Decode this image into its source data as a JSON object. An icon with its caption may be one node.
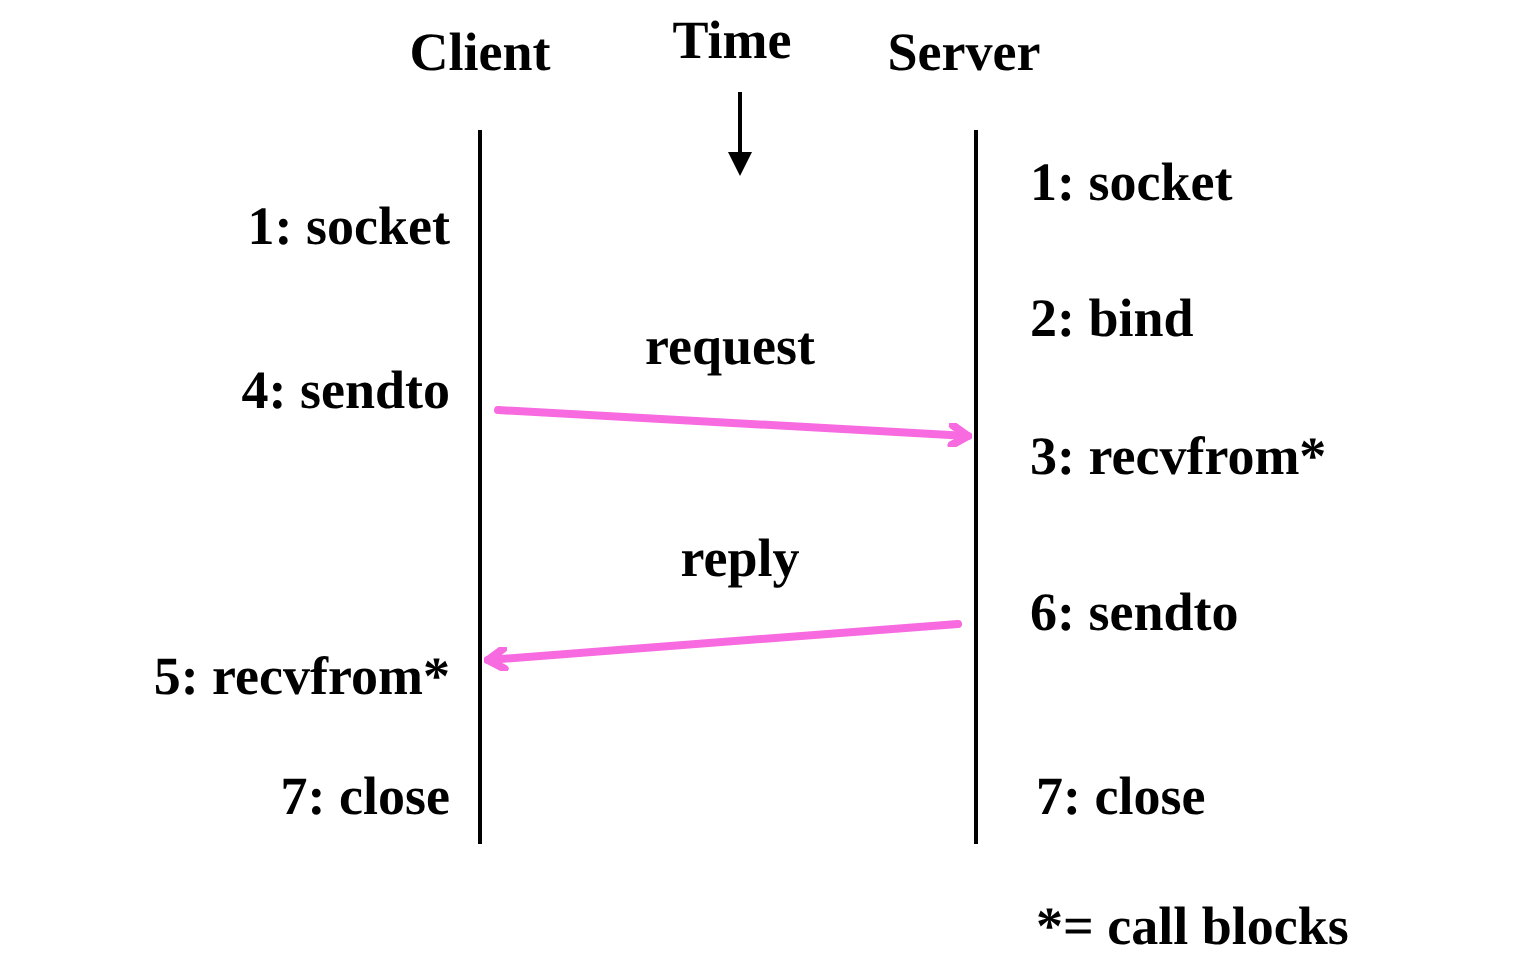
{
  "diagram": {
    "nodes": [
      {
        "text": [],
        "shape": "bar"
      },
      {
        "text": [],
        "shape": "bar"
      }
    ],
    "edges": [
      {
        "from": 0,
        "to": 1,
        "arrow": "to",
        "label": "request",
        "color": "#f76ae0"
      },
      {
        "from": 1,
        "to": 0,
        "arrow": "to",
        "label": "reply",
        "color": "#f76ae0"
      }
    ],
    "labels": [
      "Client",
      "Time",
      "Server",
      "1: socket",
      "1: socket",
      "2: bind",
      "4: sendto",
      "3: recvfrom*",
      "6: sendto",
      "5: recvfrom*",
      "7: close",
      "7: close",
      "*= call blocks"
    ]
  }
}
